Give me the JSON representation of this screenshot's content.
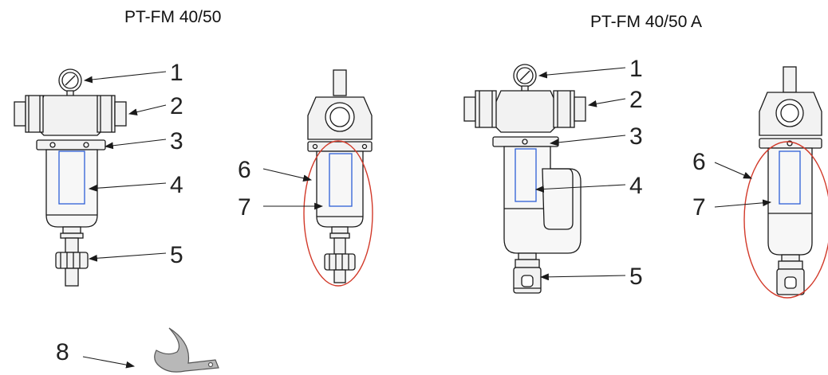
{
  "titles": {
    "left": "PT-FM 40/50",
    "right": "PT-FM 40/50 A"
  },
  "callouts": {
    "n1": "1",
    "n2": "2",
    "n3": "3",
    "n4": "4",
    "n5": "5",
    "n6": "6",
    "n7": "7",
    "n8": "8"
  },
  "colors": {
    "outline": "#1a1a1a",
    "body_fill": "#f2f2f2",
    "element_blue": "#2d5fd6",
    "highlight_red": "#d23a2a",
    "wrench": "#b8b8b8"
  }
}
